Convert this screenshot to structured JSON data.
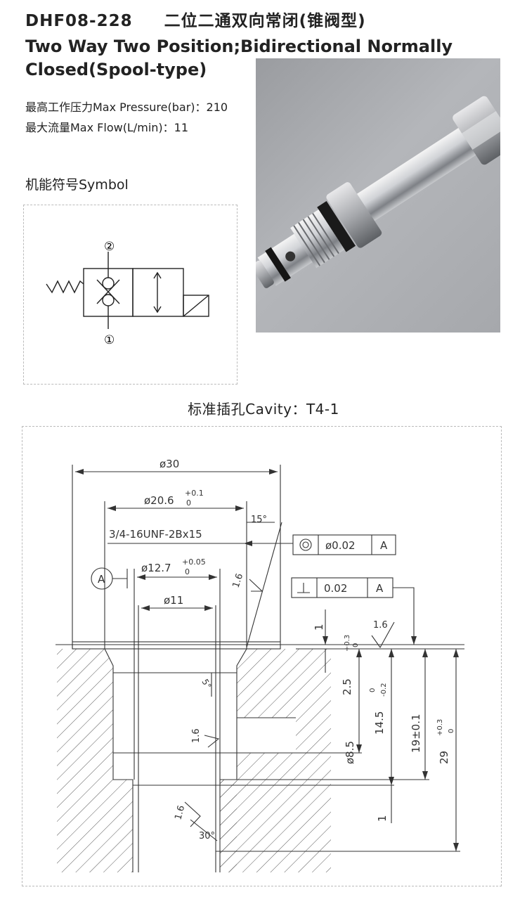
{
  "header": {
    "model": "DHF08-228",
    "title_cn": "二位二通双向常闭(锥阀型)",
    "title_en": "Two Way Two Position;Bidirectional Normally Closed(Spool-type)"
  },
  "specs": {
    "pressure": "最高工作压力Max Pressure(bar)：210",
    "flow": "最大流量Max Flow(L/min)：11"
  },
  "symbol": {
    "title": "机能符号Symbol",
    "port_top": "②",
    "port_bottom": "①"
  },
  "cavity": {
    "title": "标准插孔Cavity：T4-1",
    "dims": {
      "d30": "ø30",
      "d206": "ø20.6",
      "d206_tol_up": "+0.1",
      "d206_tol_low": "0",
      "thread": "3/4-16UNF-2Bx15",
      "angle15": "15°",
      "d127": "ø12.7",
      "d127_tol_up": "+0.05",
      "d127_tol_low": "0",
      "d11": "ø11",
      "datum": "A",
      "conc_value": "ø0.02",
      "conc_ref": "A",
      "perp_value": "0.02",
      "perp_ref": "A",
      "rough": "1.6",
      "depth25": "2.5",
      "depth25_tol_up": "+0.3",
      "depth25_tol_low": "0",
      "depth145": "14.5",
      "depth145_tol_up": "0",
      "depth145_tol_low": "-0.2",
      "depth19": "19±0.1",
      "depth29": "29",
      "depth29_tol_up": "+0.3",
      "depth29_tol_low": "0",
      "d85": "ø8.5",
      "one": "1",
      "angle5": "5°",
      "angle30": "30°"
    }
  }
}
